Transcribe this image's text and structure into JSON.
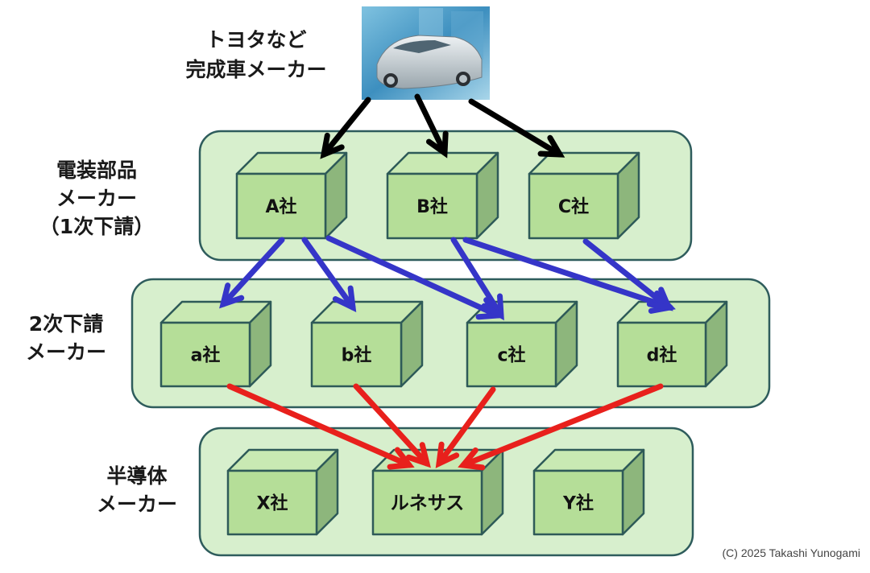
{
  "colors": {
    "panel_fill": "#d7efcd",
    "panel_stroke": "#2e5c5c",
    "box_front": "#b5de98",
    "box_top": "#c9e9b3",
    "box_side": "#8db67c",
    "box_stroke": "#2e5a58",
    "arrow_oem": "#000000",
    "arrow_tier1": "#3535c8",
    "arrow_tier2": "#e8201c"
  },
  "top": {
    "label_lines": [
      "トヨタなど",
      "完成車メーカー"
    ],
    "image_alt": "car-photo"
  },
  "rows": [
    {
      "id": "tier1",
      "label_lines": [
        "電装部品",
        "メーカー",
        "（1次下請）"
      ],
      "boxes": [
        {
          "id": "A",
          "label": "A社"
        },
        {
          "id": "B",
          "label": "B社"
        },
        {
          "id": "C",
          "label": "C社"
        }
      ]
    },
    {
      "id": "tier2",
      "label_lines": [
        "2次下請",
        "メーカー"
      ],
      "boxes": [
        {
          "id": "a",
          "label": "a社"
        },
        {
          "id": "b",
          "label": "b社"
        },
        {
          "id": "c",
          "label": "c社"
        },
        {
          "id": "d",
          "label": "d社"
        }
      ]
    },
    {
      "id": "semi",
      "label_lines": [
        "半導体",
        "メーカー"
      ],
      "boxes": [
        {
          "id": "X",
          "label": "X社"
        },
        {
          "id": "R",
          "label": "ルネサス"
        },
        {
          "id": "Y",
          "label": "Y社"
        }
      ]
    }
  ],
  "edges": [
    {
      "from": "OEM",
      "to": "A",
      "kind": "oem"
    },
    {
      "from": "OEM",
      "to": "B",
      "kind": "oem"
    },
    {
      "from": "OEM",
      "to": "C",
      "kind": "oem"
    },
    {
      "from": "A",
      "to": "a",
      "kind": "tier1"
    },
    {
      "from": "A",
      "to": "b",
      "kind": "tier1"
    },
    {
      "from": "A",
      "to": "c",
      "kind": "tier1"
    },
    {
      "from": "B",
      "to": "c",
      "kind": "tier1"
    },
    {
      "from": "B",
      "to": "d",
      "kind": "tier1"
    },
    {
      "from": "C",
      "to": "d",
      "kind": "tier1"
    },
    {
      "from": "a",
      "to": "R",
      "kind": "tier2"
    },
    {
      "from": "b",
      "to": "R",
      "kind": "tier2"
    },
    {
      "from": "c",
      "to": "R",
      "kind": "tier2"
    },
    {
      "from": "d",
      "to": "R",
      "kind": "tier2"
    }
  ],
  "copyright": "(C)  2025 Takashi Yunogami"
}
